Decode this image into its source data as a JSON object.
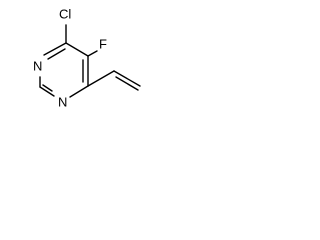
{
  "molecule": {
    "atoms": {
      "chlorine": "Cl",
      "fluorine": "F",
      "nitrogen_upper": "N",
      "nitrogen_lower": "N"
    },
    "colors": {
      "bond": "#000000",
      "label": "#000000",
      "background": "#ffffff"
    }
  }
}
